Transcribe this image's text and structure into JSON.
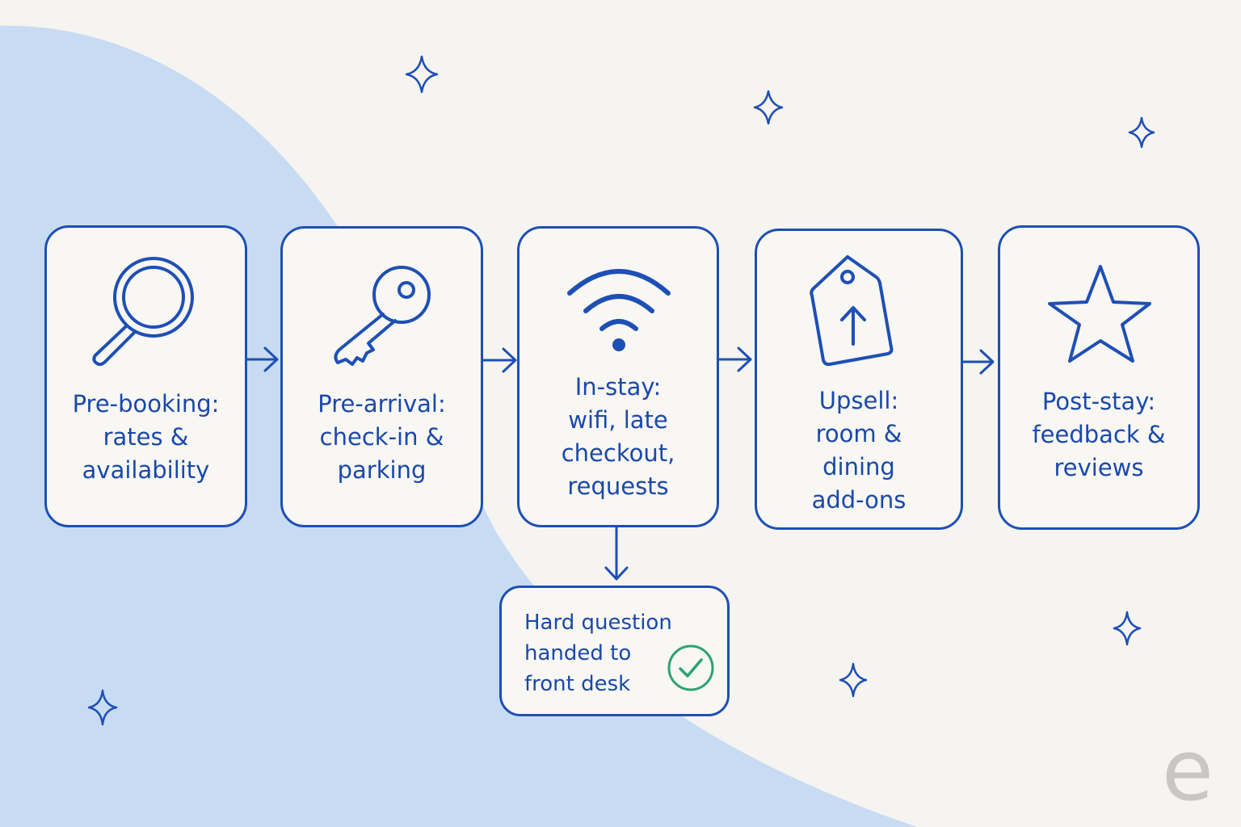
{
  "colors": {
    "background": "#f6f4f0",
    "blob": "#c7dcf3",
    "stroke": "#1e4fb5",
    "text": "#1a48ab",
    "check": "#2aa471",
    "logo": "#c9c7c5"
  },
  "stages": [
    {
      "icon": "magnifying-glass-icon",
      "label": "Pre-booking:\nrates &\navailability"
    },
    {
      "icon": "key-icon",
      "label": "Pre-arrival:\ncheck-in &\nparking"
    },
    {
      "icon": "wifi-icon",
      "label": "In-stay:\nwifi, late\ncheckout,\nrequests"
    },
    {
      "icon": "price-tag-up-arrow-icon",
      "label": "Upsell:\nroom &\ndining\nadd-ons"
    },
    {
      "icon": "star-icon",
      "label": "Post-stay:\nfeedback &\nreviews"
    }
  ],
  "handoff": {
    "label": "Hard question\nhanded to\nfront desk",
    "icon": "check-circle-icon"
  },
  "logo": {
    "letter": "e"
  }
}
